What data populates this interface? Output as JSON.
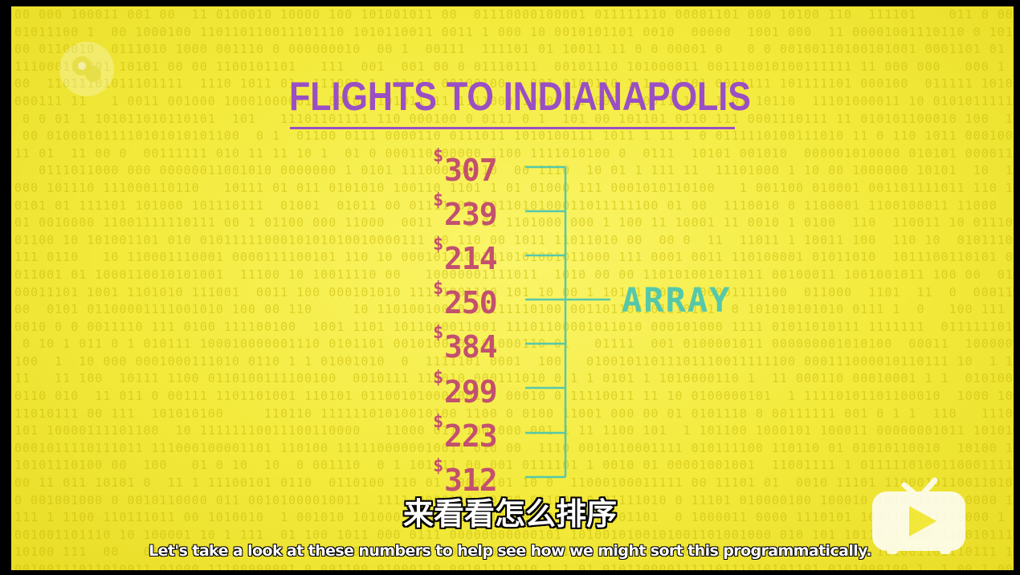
{
  "video": {
    "title": "FLIGHTS TO INDIANAPOLIS",
    "prices": [
      {
        "currency": "$",
        "value": "307"
      },
      {
        "currency": "$",
        "value": "239"
      },
      {
        "currency": "$",
        "value": "214"
      },
      {
        "currency": "$",
        "value": "250"
      },
      {
        "currency": "$",
        "value": "384"
      },
      {
        "currency": "$",
        "value": "299"
      },
      {
        "currency": "$",
        "value": "223"
      },
      {
        "currency": "$",
        "value": "312"
      }
    ],
    "array_label": "ARRAY",
    "colors": {
      "background": "#f3ea3c",
      "title": "#9a4fc4",
      "price": "#c2506e",
      "connector": "#56c8aa"
    }
  },
  "subtitles": {
    "chinese": "来看看怎么排序",
    "english": "Let's take a look at these numbers to help see how we might sort this programmatically."
  },
  "overlay": {
    "watermark_icon": "pbs-logo-icon",
    "play_icon": "tv-play-icon"
  }
}
